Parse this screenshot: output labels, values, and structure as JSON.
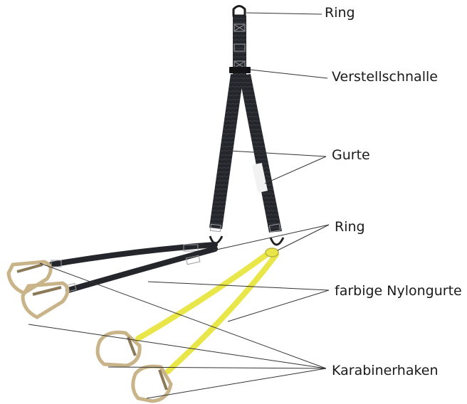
{
  "labels": {
    "ring_top": "Ring",
    "buckle": "Verstellschnalle",
    "straps": "Gurte",
    "ring_bottom": "Ring",
    "nylon_straps": "farbige Nylongurte",
    "carabiners": "Karabinerhaken"
  },
  "colors": {
    "dark_strap": "#25262b",
    "yellow_strap": "#e9e64a",
    "metal": "#c9b48a",
    "leader_line": "#333333"
  },
  "icons": {
    "top_ring": "d-ring-icon",
    "buckle": "buckle-icon",
    "carabiner": "carabiner-icon"
  }
}
